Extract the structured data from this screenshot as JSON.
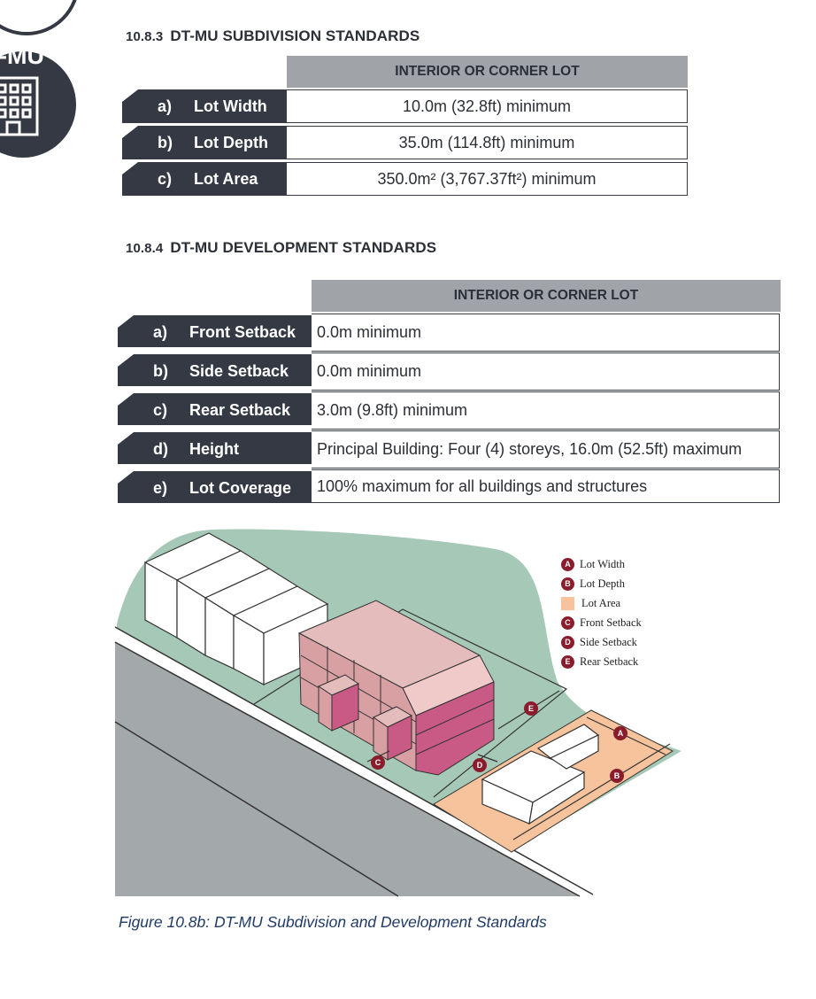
{
  "badge": {
    "text": "T-MU"
  },
  "subdivision": {
    "number": "10.8.3",
    "title": "DT-MU SUBDIVISION STANDARDS",
    "header": "INTERIOR OR CORNER LOT",
    "rows": [
      {
        "letter": "a)",
        "label": "Lot Width",
        "value": "10.0m (32.8ft) minimum"
      },
      {
        "letter": "b)",
        "label": "Lot Depth",
        "value": "35.0m (114.8ft) minimum"
      },
      {
        "letter": "c)",
        "label": "Lot Area",
        "value": "350.0m² (3,767.37ft²) minimum"
      }
    ]
  },
  "development": {
    "number": "10.8.4",
    "title": "DT-MU DEVELOPMENT STANDARDS",
    "header": "INTERIOR OR CORNER LOT",
    "rows": [
      {
        "letter": "a)",
        "label": "Front Setback",
        "value": "0.0m minimum"
      },
      {
        "letter": "b)",
        "label": "Side Setback",
        "value": "0.0m minimum"
      },
      {
        "letter": "c)",
        "label": "Rear Setback",
        "value": "3.0m (9.8ft) minimum"
      },
      {
        "letter": "d)",
        "label": "Height",
        "value": "Principal Building:  Four (4) storeys, 16.0m (52.5ft) maximum"
      },
      {
        "letter": "e)",
        "label": "Lot Coverage",
        "value": "100% maximum for all buildings and structures"
      }
    ]
  },
  "legend": [
    {
      "marker": "A",
      "label": "Lot Width"
    },
    {
      "marker": "B",
      "label": "Lot Depth"
    },
    {
      "marker": "",
      "label": "Lot Area"
    },
    {
      "marker": "C",
      "label": "Front Setback"
    },
    {
      "marker": "D",
      "label": "Side Setback"
    },
    {
      "marker": "E",
      "label": "Rear Setback"
    }
  ],
  "markers": [
    "A",
    "B",
    "C",
    "D",
    "E"
  ],
  "caption": "Figure 10.8b: DT-MU Subdivision and Development Standards",
  "colors": {
    "dark": "#343944",
    "header": "#a0a3a8",
    "lot_area": "#f6c39c",
    "green": "#a6c8b6",
    "marker": "#8a1c2c",
    "building": "#e5bcbc",
    "caption": "#1f3a68"
  }
}
